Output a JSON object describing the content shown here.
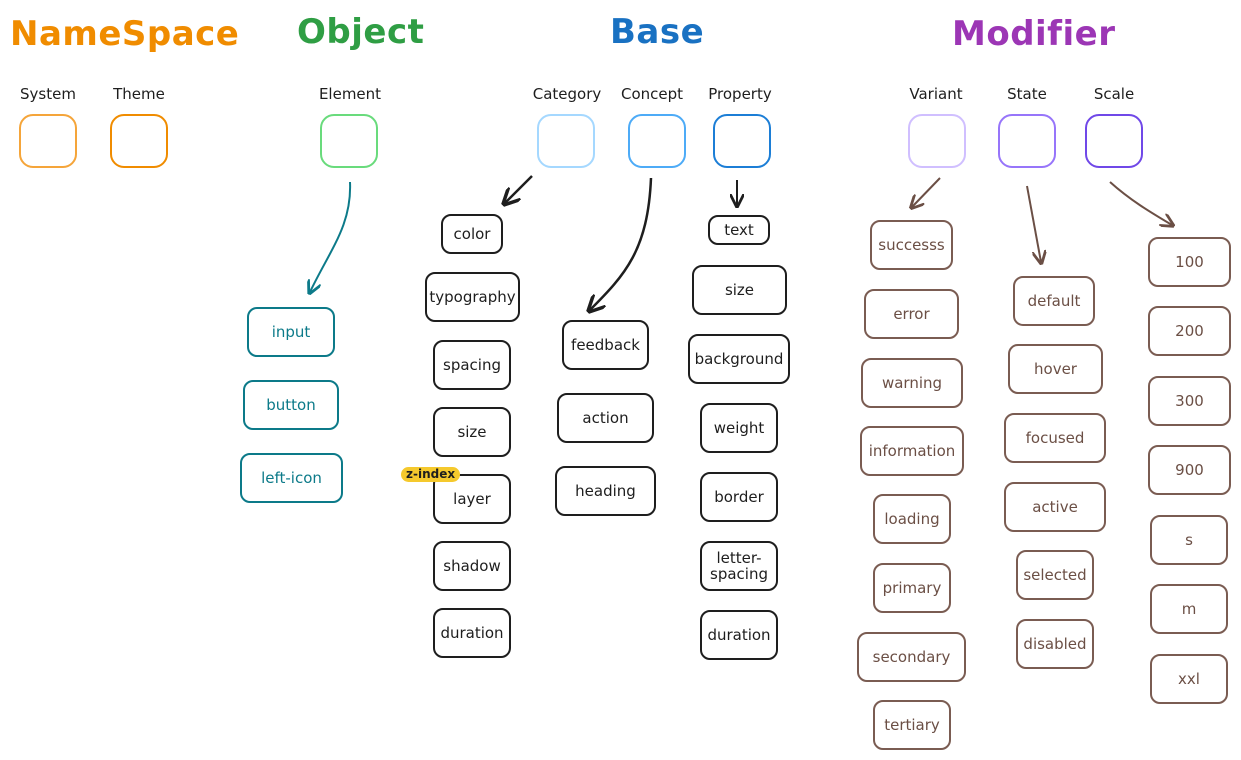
{
  "colors": {
    "namespace": "#f08c00",
    "object": "#2f9e44",
    "base": "#1971c2",
    "modifier": "#9c36b5",
    "ink": "#1e1e1e",
    "teal": "#0c7a89",
    "brown": "#7a5c52"
  },
  "headings": {
    "namespace": "NameSpace",
    "object": "Object",
    "base": "Base",
    "modifier": "Modifier"
  },
  "slots": {
    "system": {
      "label": "System",
      "color": "#f5a53a"
    },
    "theme": {
      "label": "Theme",
      "color": "#f08c00"
    },
    "element": {
      "label": "Element",
      "color": "#69db7c"
    },
    "category": {
      "label": "Category",
      "color": "#a5d8ff"
    },
    "concept": {
      "label": "Concept",
      "color": "#4dabf7"
    },
    "property": {
      "label": "Property",
      "color": "#1c7ed6"
    },
    "variant": {
      "label": "Variant",
      "color": "#d0bfff"
    },
    "state": {
      "label": "State",
      "color": "#9775fa"
    },
    "scale": {
      "label": "Scale",
      "color": "#7048e8"
    }
  },
  "element_items": [
    "input",
    "button",
    "left-icon"
  ],
  "category_items": [
    "color",
    "typography",
    "spacing",
    "size",
    "layer",
    "shadow",
    "duration"
  ],
  "category_tag": "z-index",
  "concept_items": [
    "feedback",
    "action",
    "heading"
  ],
  "property_items": [
    "text",
    "size",
    "background",
    "weight",
    "border",
    "letter-spacing",
    "duration"
  ],
  "variant_items": [
    "successs",
    "error",
    "warning",
    "information",
    "loading",
    "primary",
    "secondary",
    "tertiary"
  ],
  "state_items": [
    "default",
    "hover",
    "focused",
    "active",
    "selected",
    "disabled"
  ],
  "scale_items": [
    "100",
    "200",
    "300",
    "900",
    "s",
    "m",
    "xxl"
  ]
}
